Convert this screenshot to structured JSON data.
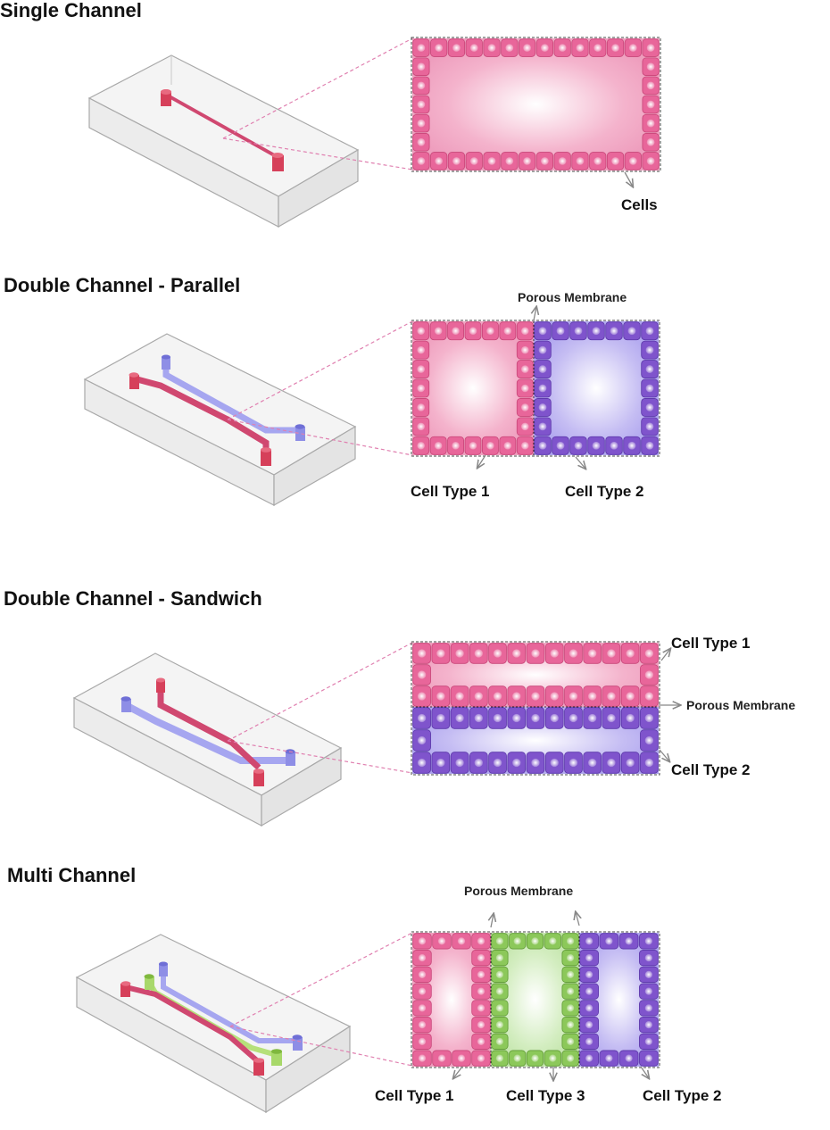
{
  "panels": {
    "single": {
      "title": "Single Channel",
      "cells": "Cells"
    },
    "parallel": {
      "title": "Double Channel - Parallel",
      "membrane": "Porous Membrane",
      "type1": "Cell Type 1",
      "type2": "Cell Type 2"
    },
    "sandwich": {
      "title": "Double Channel - Sandwich",
      "type1": "Cell Type 1",
      "membrane": "Porous Membrane",
      "type2": "Cell Type 2"
    },
    "multi": {
      "title": "Multi Channel",
      "membrane": "Porous Membrane",
      "type1": "Cell Type 1",
      "type3": "Cell Type 3",
      "type2": "Cell Type 2"
    }
  },
  "colors": {
    "pink": "#e8669a",
    "pink_dark": "#c84578",
    "violet": "#7f54cc",
    "violet_dark": "#5a36a8",
    "green": "#8cc85a",
    "green_dark": "#5f9a35",
    "red_tube": "#d6405a",
    "blue_tube": "#a6a6f0",
    "green_tube": "#b6e07a"
  }
}
